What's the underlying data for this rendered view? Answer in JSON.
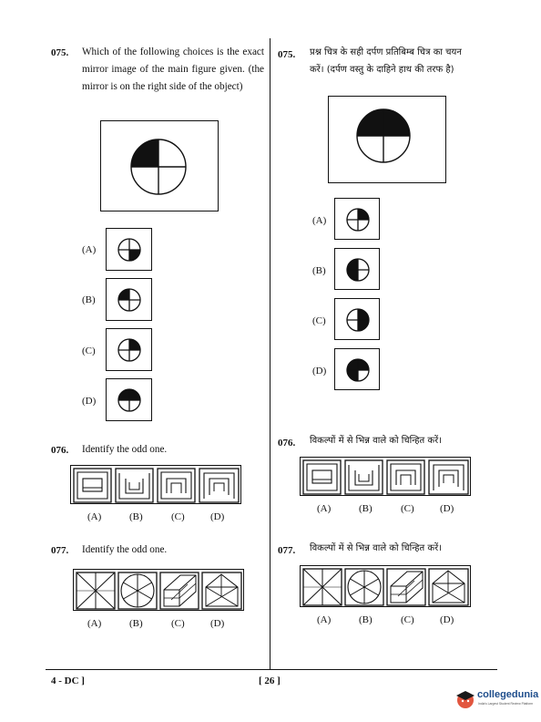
{
  "q75_en": {
    "num": "075.",
    "text": "Which of the following choices is the exact mirror image of the main figure given. (the mirror is on the right side of the object)",
    "options": [
      "(A)",
      "(B)",
      "(C)",
      "(D)"
    ]
  },
  "q75_hi": {
    "num": "075.",
    "text_line1": "प्रश्न चित्र के सही दर्पण प्रतिबिम्ब चित्र का चयन",
    "text_line2": "करें। (दर्पण वस्तु के दाहिने हाथ की तरफ है)",
    "options": [
      "(A)",
      "(B)",
      "(C)",
      "(D)"
    ]
  },
  "q76_en": {
    "num": "076.",
    "text": "Identify the odd one.",
    "options": [
      "(A)",
      "(B)",
      "(C)",
      "(D)"
    ]
  },
  "q76_hi": {
    "num": "076.",
    "text": "विकल्पों में से भिन्न वाले को चिन्हित करें।",
    "options": [
      "(A)",
      "(B)",
      "(C)",
      "(D)"
    ]
  },
  "q77_en": {
    "num": "077.",
    "text": "Identify the odd one.",
    "options": [
      "(A)",
      "(B)",
      "(C)",
      "(D)"
    ]
  },
  "q77_hi": {
    "num": "077.",
    "text": "विकल्पों में से भिन्न वाले को चिन्हित करें।",
    "options": [
      "(A)",
      "(B)",
      "(C)",
      "(D)"
    ]
  },
  "footer": {
    "left": "4 - DC ]",
    "center": "[ 26 ]"
  },
  "logo": {
    "name": "collegedunia",
    "tagline": "India's Largest Student Review Platform",
    "brand_color": "#1f4e8c"
  }
}
